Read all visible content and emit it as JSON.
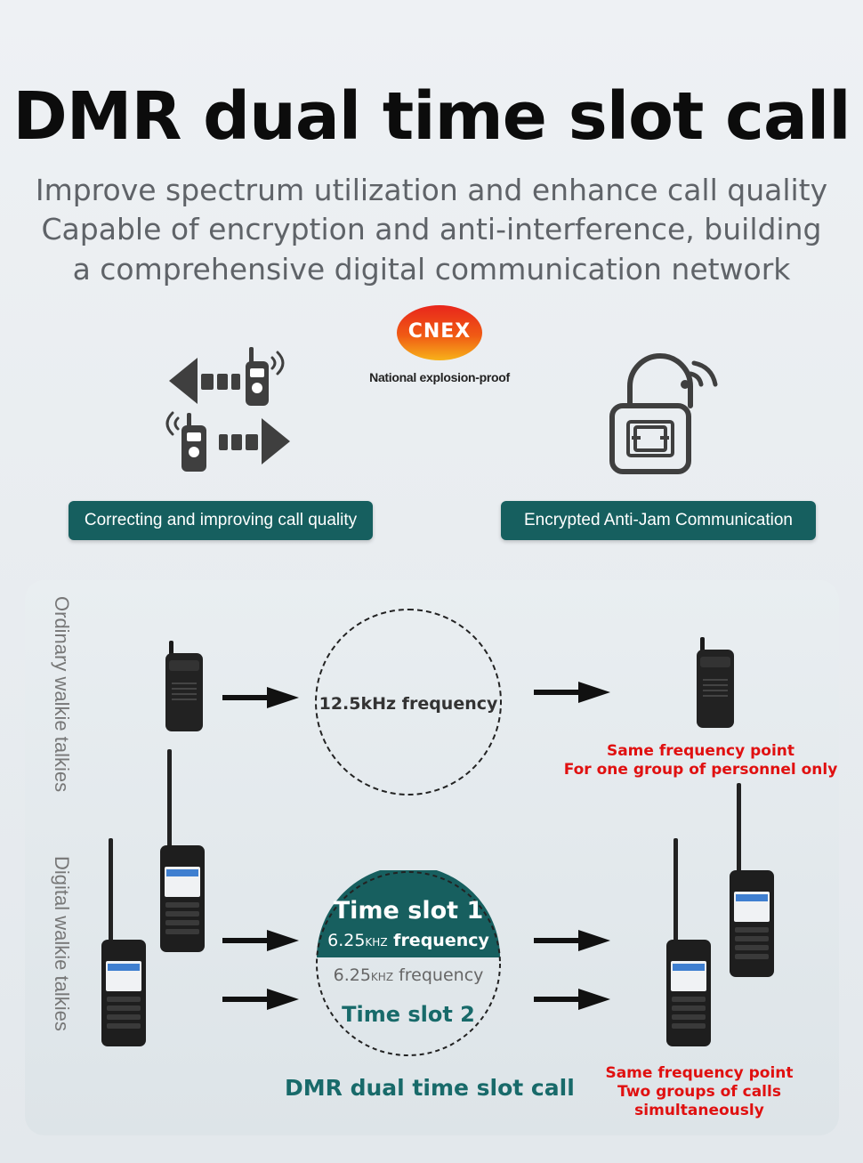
{
  "header": {
    "title": "DMR dual time slot call",
    "subtitle_lines": [
      "Improve spectrum utilization and enhance call quality",
      "Capable of encryption and anti-interference, building",
      "a comprehensive digital communication network"
    ]
  },
  "certification": {
    "logo_text": "CNEX",
    "caption": "National explosion-proof"
  },
  "features": [
    {
      "label": "Correcting and improving call quality",
      "icon": "radio-exchange-icon"
    },
    {
      "label": "Encrypted Anti-Jam Communication",
      "icon": "wireless-lock-icon"
    }
  ],
  "comparison": {
    "ordinary": {
      "side_label": "Ordinary walkie talkies",
      "frequency": "12.5kHz frequency",
      "note_lines": [
        "Same frequency point",
        "For one group of personnel only"
      ]
    },
    "digital": {
      "side_label": "Digital walkie talkies",
      "slot1": "Time slot 1",
      "slot1_freq_num": "6.25",
      "slot1_freq_unit": "KHZ",
      "slot1_freq_word": "frequency",
      "slot2": "Time slot 2",
      "slot2_freq_num": "6.25",
      "slot2_freq_unit": "KHZ",
      "slot2_freq_word": "frequency",
      "bottom_title": "DMR dual time slot call",
      "note_lines": [
        "Same frequency point",
        "Two groups of calls simultaneously"
      ]
    }
  },
  "colors": {
    "accent_teal": "#165f5f",
    "note_red": "#e01010"
  }
}
